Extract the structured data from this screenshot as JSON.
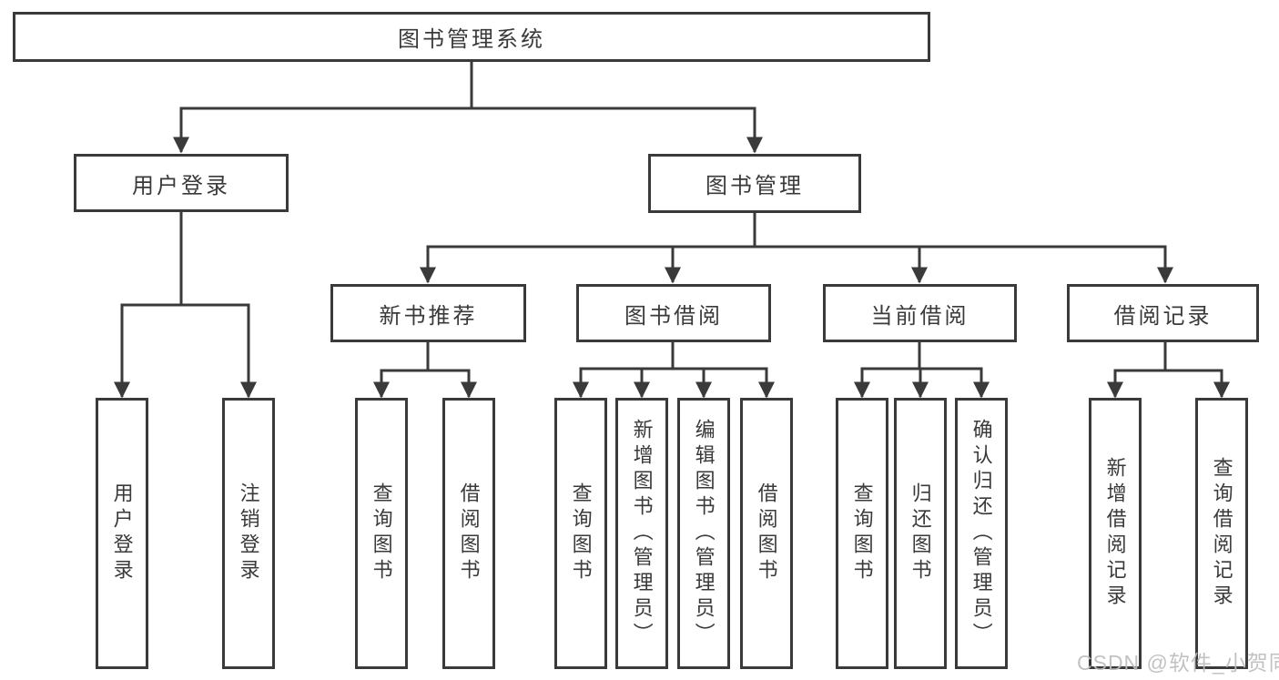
{
  "diagram": {
    "root": {
      "label": "图书管理系统"
    },
    "level2": [
      {
        "label": "用户登录"
      },
      {
        "label": "图书管理"
      }
    ],
    "level3": [
      {
        "label": "新书推荐"
      },
      {
        "label": "图书借阅"
      },
      {
        "label": "当前借阅"
      },
      {
        "label": "借阅记录"
      }
    ],
    "leaves": [
      {
        "label": "用户登录"
      },
      {
        "label": "注销登录"
      },
      {
        "label": "查询图书"
      },
      {
        "label": "借阅图书"
      },
      {
        "label": "查询图书"
      },
      {
        "label": "新增图书（管理员）"
      },
      {
        "label": "编辑图书（管理员）"
      },
      {
        "label": "借阅图书"
      },
      {
        "label": "查询图书"
      },
      {
        "label": "归还图书"
      },
      {
        "label": "确认归还（管理员）"
      },
      {
        "label": "新增借阅记录"
      },
      {
        "label": "查询借阅记录"
      }
    ]
  },
  "watermark": {
    "text": "CSDN @软件_小贺同学"
  },
  "colors": {
    "line": "#3a3a3a",
    "text": "#3a3a3a",
    "background": "#ffffff",
    "watermark": "#bdbdbd"
  }
}
